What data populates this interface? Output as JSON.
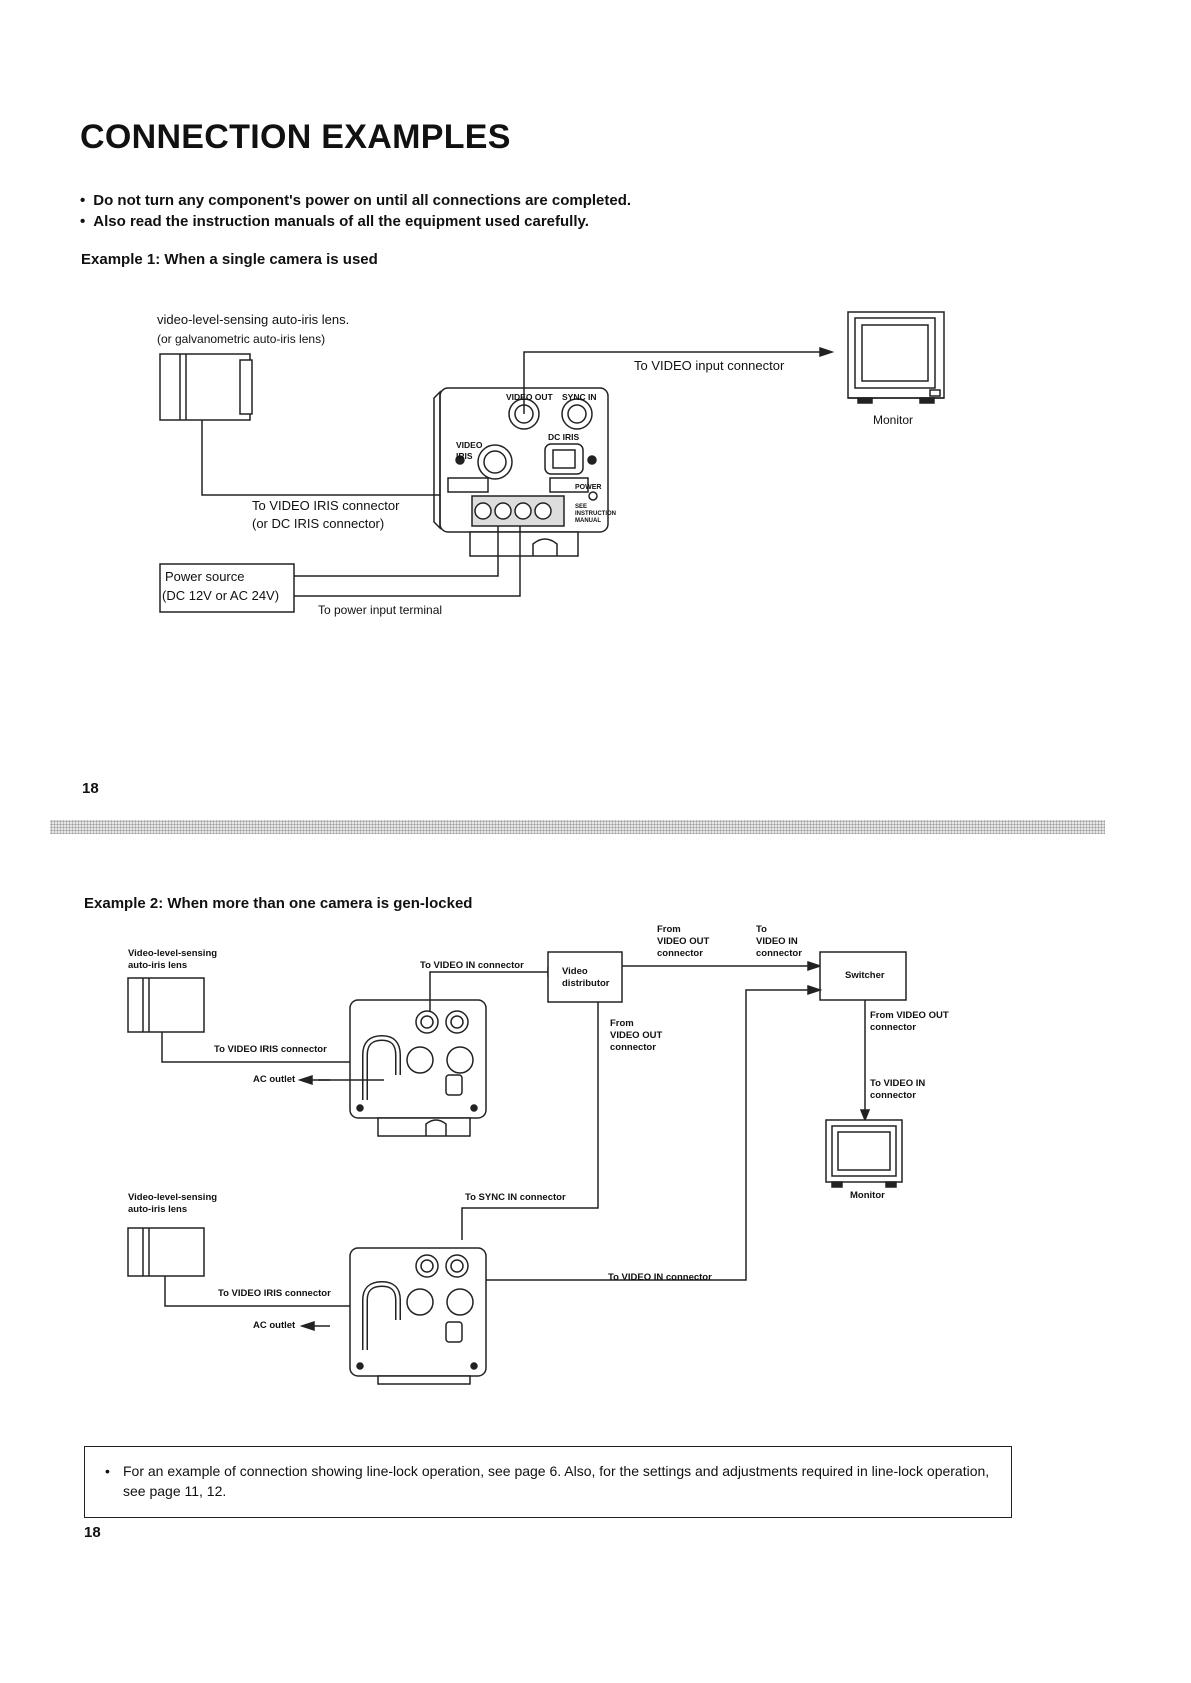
{
  "page": {
    "title": "CONNECTION EXAMPLES",
    "bullets": [
      "Do not turn any component's power on until all connections are completed.",
      "Also read the instruction manuals of all the equipment used carefully."
    ],
    "page_number_top": "18",
    "page_number_bottom": "18"
  },
  "example1": {
    "title": "Example 1:  When a single camera is used",
    "lens_label_1": "video-level-sensing auto-iris lens.",
    "lens_label_2": "(or galvanometric auto-iris lens)",
    "video_input_label": "To VIDEO input connector",
    "monitor_label": "Monitor",
    "iris_label_1": "To VIDEO IRIS connector",
    "iris_label_2": "(or DC IRIS connector)",
    "power_label_1": "Power source",
    "power_label_2": "(DC 12V or AC 24V)",
    "power_terminal_label": "To power input terminal",
    "cam": {
      "video_out": "VIDEO OUT",
      "sync_in": "SYNC IN",
      "video_iris": "VIDEO IRIS",
      "dc_iris": "DC IRIS",
      "power": "POWER",
      "see_manual": "SEE INSTRUCTION MANUAL"
    }
  },
  "example2": {
    "title": "Example 2:  When more than one camera is gen-locked",
    "lens_top_1": "Video-level-sensing",
    "lens_top_2": "auto-iris lens",
    "lens_bottom_1": "Video-level-sensing",
    "lens_bottom_2": "auto-iris lens",
    "to_video_in_top": "To VIDEO IN connector",
    "distributor_1": "Video",
    "distributor_2": "distributor",
    "from_video_out_top_1": "From",
    "from_video_out_top_2": "VIDEO OUT",
    "from_video_out_top_3": "connector",
    "to_video_in_switcher_1": "To",
    "to_video_in_switcher_2": "VIDEO IN",
    "to_video_in_switcher_3": "connector",
    "switcher": "Switcher",
    "from_video_out_dist_1": "From",
    "from_video_out_dist_2": "VIDEO OUT",
    "from_video_out_dist_3": "connector",
    "switcher_out_1": "From VIDEO OUT",
    "switcher_out_2": "connector",
    "monitor_in_1": "To VIDEO IN",
    "monitor_in_2": "connector",
    "monitor": "Monitor",
    "iris_top": "To VIDEO IRIS connector",
    "ac_top": "AC outlet",
    "sync_in_label": "To SYNC IN connector",
    "iris_bottom": "To VIDEO IRIS connector",
    "ac_bottom": "AC outlet",
    "to_video_in_bottom": "To VIDEO IN connector"
  },
  "note": {
    "text": "For an example of connection showing line-lock operation, see page 6. Also, for the settings and adjustments required in line-lock operation, see page 11, 12."
  }
}
